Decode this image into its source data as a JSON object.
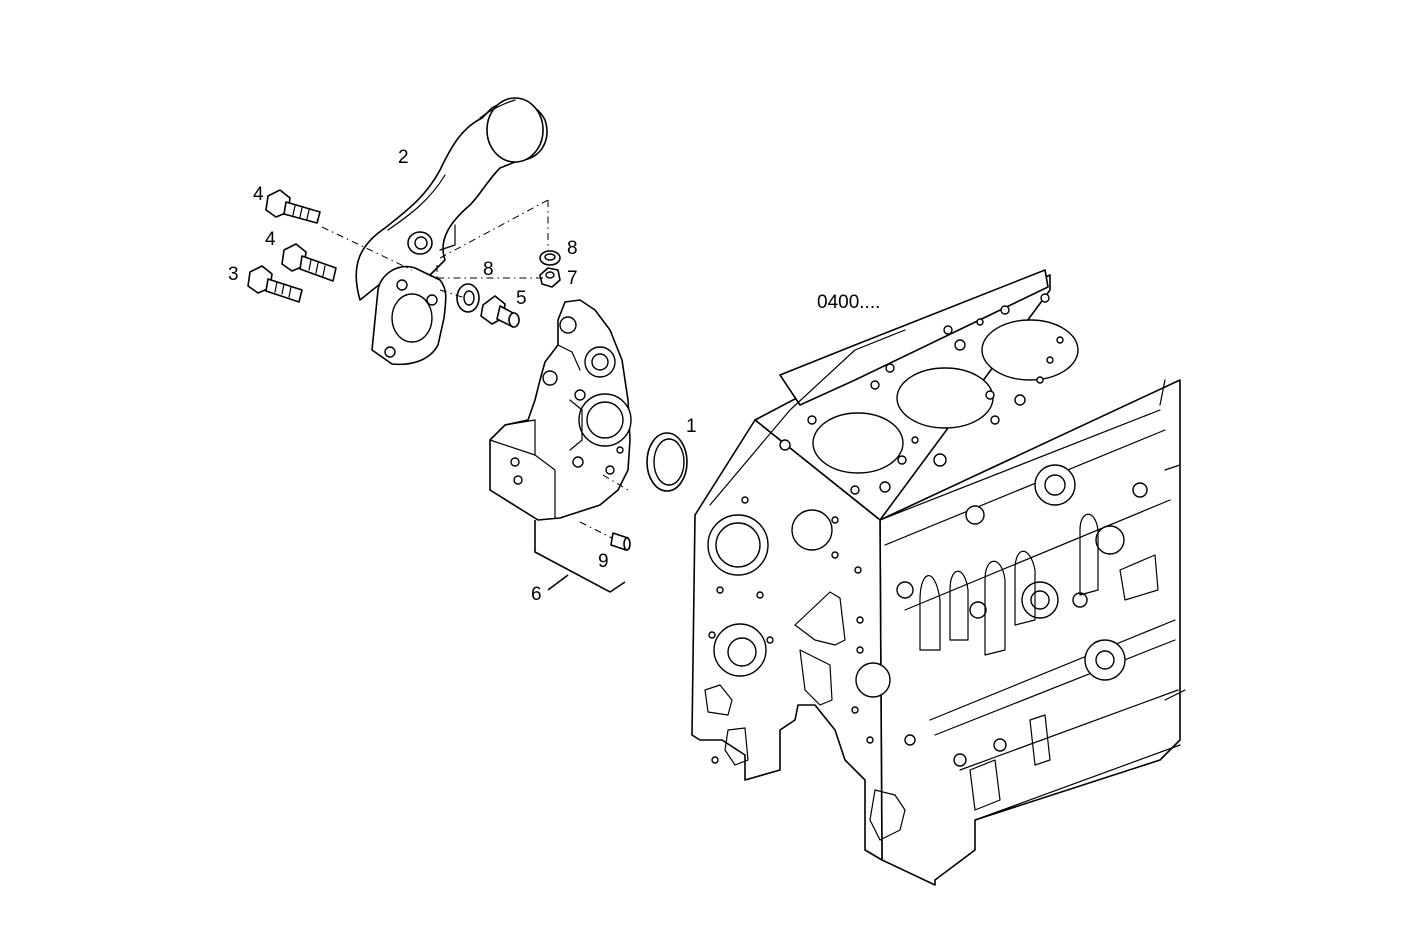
{
  "callouts": {
    "c1": "1",
    "c2": "2",
    "c3": "3",
    "c4a": "4",
    "c4b": "4",
    "c5": "5",
    "c6": "6",
    "c7": "7",
    "c8a": "8",
    "c8b": "8",
    "c9": "9"
  },
  "reference": "0400...."
}
